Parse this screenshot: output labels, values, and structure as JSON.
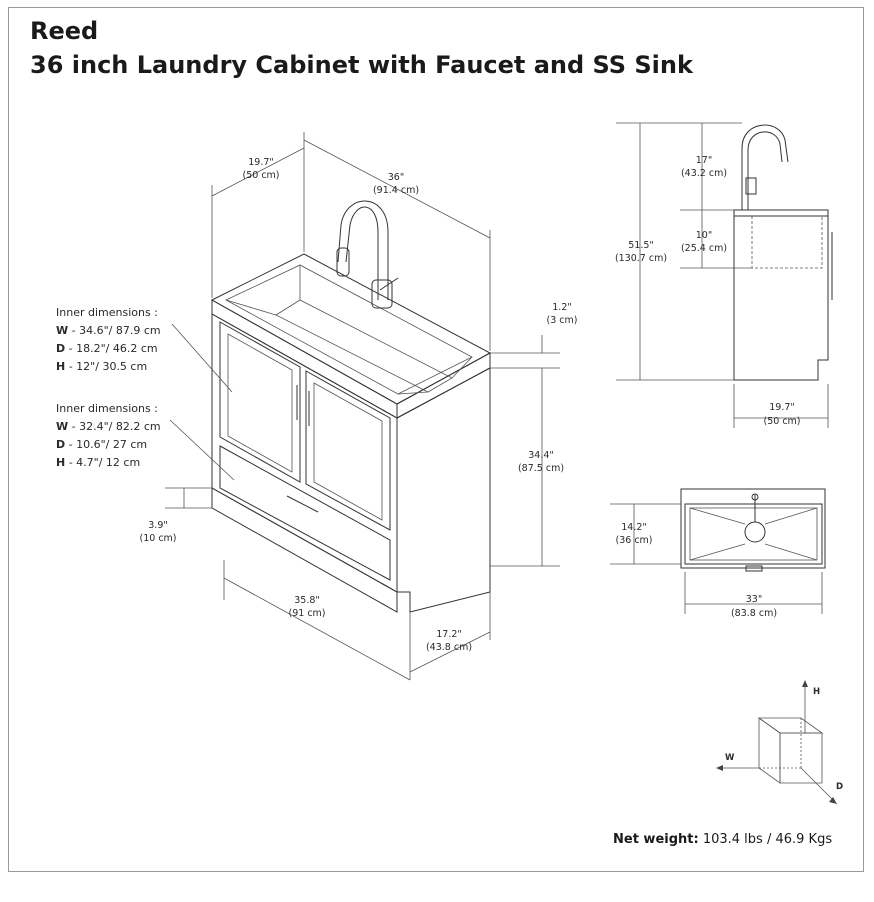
{
  "title": {
    "brand": "Reed",
    "product": "36 inch Laundry Cabinet with Faucet and SS Sink"
  },
  "front_view": {
    "depth_top": {
      "in": "19.7\"",
      "cm": "(50 cm)"
    },
    "width_top": {
      "in": "36\"",
      "cm": "(91.4 cm)"
    },
    "counter_thickness": {
      "in": "1.2\"",
      "cm": "(3 cm)"
    },
    "cabinet_height": {
      "in": "34.4\"",
      "cm": "(87.5 cm)"
    },
    "toe_kick": {
      "in": "3.9\"",
      "cm": "(10 cm)"
    },
    "base_width": {
      "in": "35.8\"",
      "cm": "(91 cm)"
    },
    "base_depth": {
      "in": "17.2\"",
      "cm": "(43.8 cm)"
    }
  },
  "inner_upper": {
    "heading": "Inner dimensions  :",
    "w_key": "W",
    "w_val": " - 34.6\"/ 87.9 cm",
    "d_key": "D",
    "d_val": " - 18.2\"/ 46.2 cm",
    "h_key": "H",
    "h_val": " - 12\"/ 30.5 cm"
  },
  "inner_lower": {
    "heading": "Inner dimensions  :",
    "w_key": "W",
    "w_val": " - 32.4\"/ 82.2 cm",
    "d_key": "D",
    "d_val": " - 10.6\"/ 27 cm",
    "h_key": "H",
    "h_val": " - 4.7\"/ 12 cm"
  },
  "side_view": {
    "faucet_height": {
      "in": "17\"",
      "cm": "(43.2 cm)"
    },
    "total_height": {
      "in": "51.5\"",
      "cm": "(130.7 cm)"
    },
    "bowl_depth": {
      "in": "10\"",
      "cm": "(25.4 cm)"
    },
    "depth": {
      "in": "19.7\"",
      "cm": "(50 cm)"
    }
  },
  "top_view": {
    "sink_depth": {
      "in": "14.2\"",
      "cm": "(36 cm)"
    },
    "sink_width": {
      "in": "33\"",
      "cm": "(83.8 cm)"
    }
  },
  "axes": {
    "h": "H",
    "w": "W",
    "d": "D"
  },
  "weight": {
    "label": "Net weight:",
    "value": " 103.4 lbs / 46.9 Kgs"
  }
}
